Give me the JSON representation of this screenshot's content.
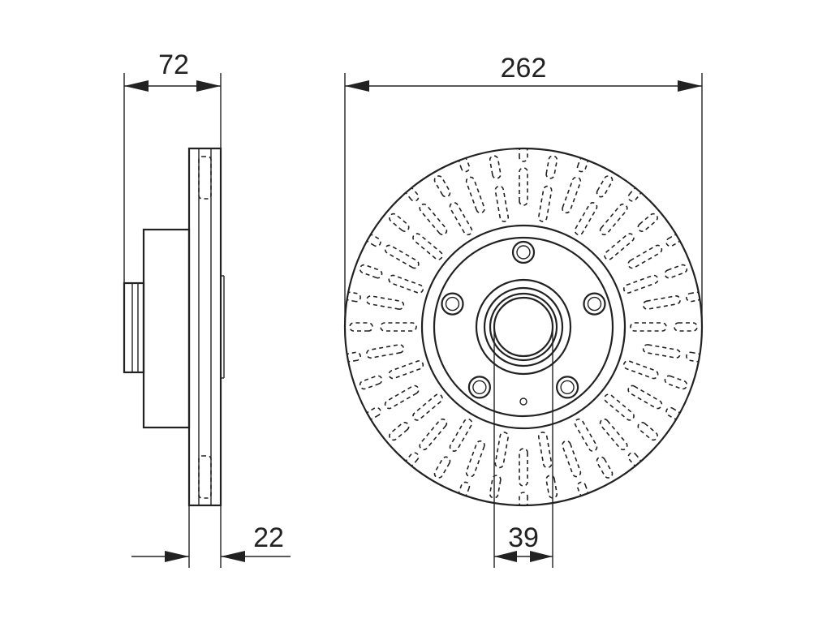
{
  "dimensions": {
    "hub_height": "72",
    "outer_diameter": "262",
    "disc_thickness": "22",
    "center_bore": "39"
  },
  "diagram": {
    "stud_holes": 5,
    "vent_slots": 36
  }
}
